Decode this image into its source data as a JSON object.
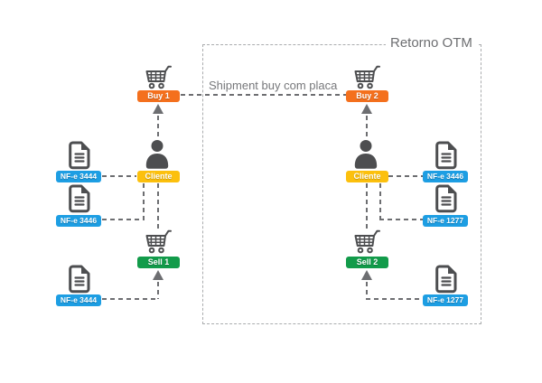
{
  "diagram": {
    "box_title": "Retorno OTM",
    "shipment_label": "Shipment buy com placa"
  },
  "nodes": {
    "buy1": "Buy 1",
    "cliente_left": "Cliente",
    "sell1": "Sell 1",
    "buy2": "Buy 2",
    "cliente_right": "Cliente",
    "sell2": "Sell 2"
  },
  "documents": {
    "left": [
      "NF-e 3444",
      "NF-e 3446",
      "NF-e 3444"
    ],
    "right": [
      "NF-e 3446",
      "NF-e 1277",
      "NF-e 1277"
    ]
  },
  "icons": {
    "cart": "shopping-cart-icon",
    "person": "person-icon",
    "document": "document-icon"
  },
  "colors": {
    "buy": "#f4701d",
    "cliente": "#fcc00d",
    "sell": "#129b4a",
    "nfe": "#1d9ee3",
    "icon_gray": "#4d4e50",
    "connector_gray": "#6d6e71",
    "box_border_gray": "#aaacae",
    "text_gray": "#77787b"
  }
}
